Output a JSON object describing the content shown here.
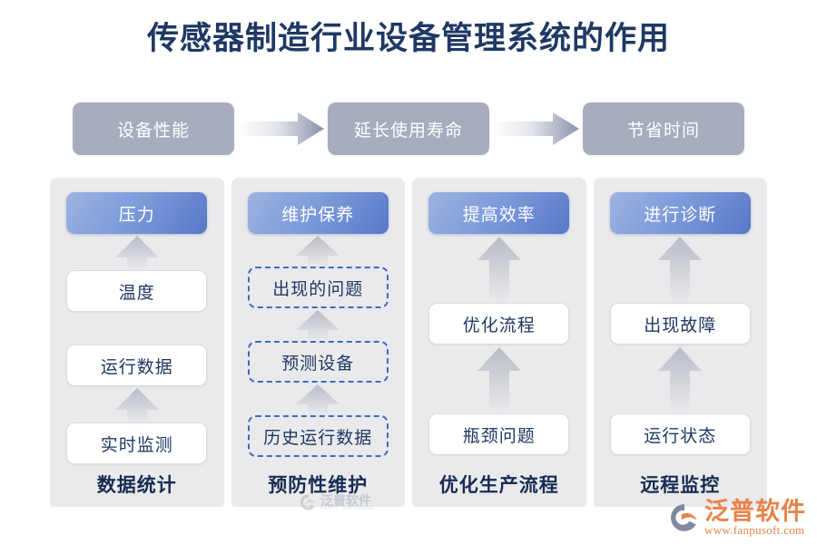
{
  "title": "传感器制造行业设备管理系统的作用",
  "colors": {
    "title": "#1f3864",
    "top_box_bg": "#a6adbf",
    "header_blue": "#5878c8",
    "panel_bg": "#eaeaec",
    "dashed_border": "#4169c9",
    "logo_orange": "#e8834a"
  },
  "top_flow": {
    "boxes": [
      {
        "label": "设备性能"
      },
      {
        "label": "延长使用寿命"
      },
      {
        "label": "节省时间"
      }
    ],
    "arrow_icon": "arrow-right-icon"
  },
  "columns": [
    {
      "header": "压力",
      "footer": "数据统计",
      "node_style": "plain",
      "nodes": [
        {
          "label": "温度"
        },
        {
          "label": "运行数据"
        },
        {
          "label": "实时监测"
        }
      ]
    },
    {
      "header": "维护保养",
      "footer": "预防性维护",
      "node_style": "dashed",
      "nodes": [
        {
          "label": "出现的问题"
        },
        {
          "label": "预测设备"
        },
        {
          "label": "历史运行数据"
        }
      ]
    },
    {
      "header": "提高效率",
      "footer": "优化生产流程",
      "node_style": "plain",
      "nodes": [
        {
          "label": "优化流程"
        },
        {
          "label": "瓶颈问题"
        }
      ]
    },
    {
      "header": "进行诊断",
      "footer": "远程监控",
      "node_style": "plain",
      "nodes": [
        {
          "label": "出现故障"
        },
        {
          "label": "运行状态"
        }
      ]
    }
  ],
  "arrow_up_icon": "arrow-up-icon",
  "watermark": {
    "brand": "泛普软件",
    "sub": "FANPU SOFTWARE"
  },
  "logo": {
    "brand": "泛普软件",
    "url": "www.fanpusoft.com",
    "mark_icon": "fanpu-swoosh-icon"
  }
}
